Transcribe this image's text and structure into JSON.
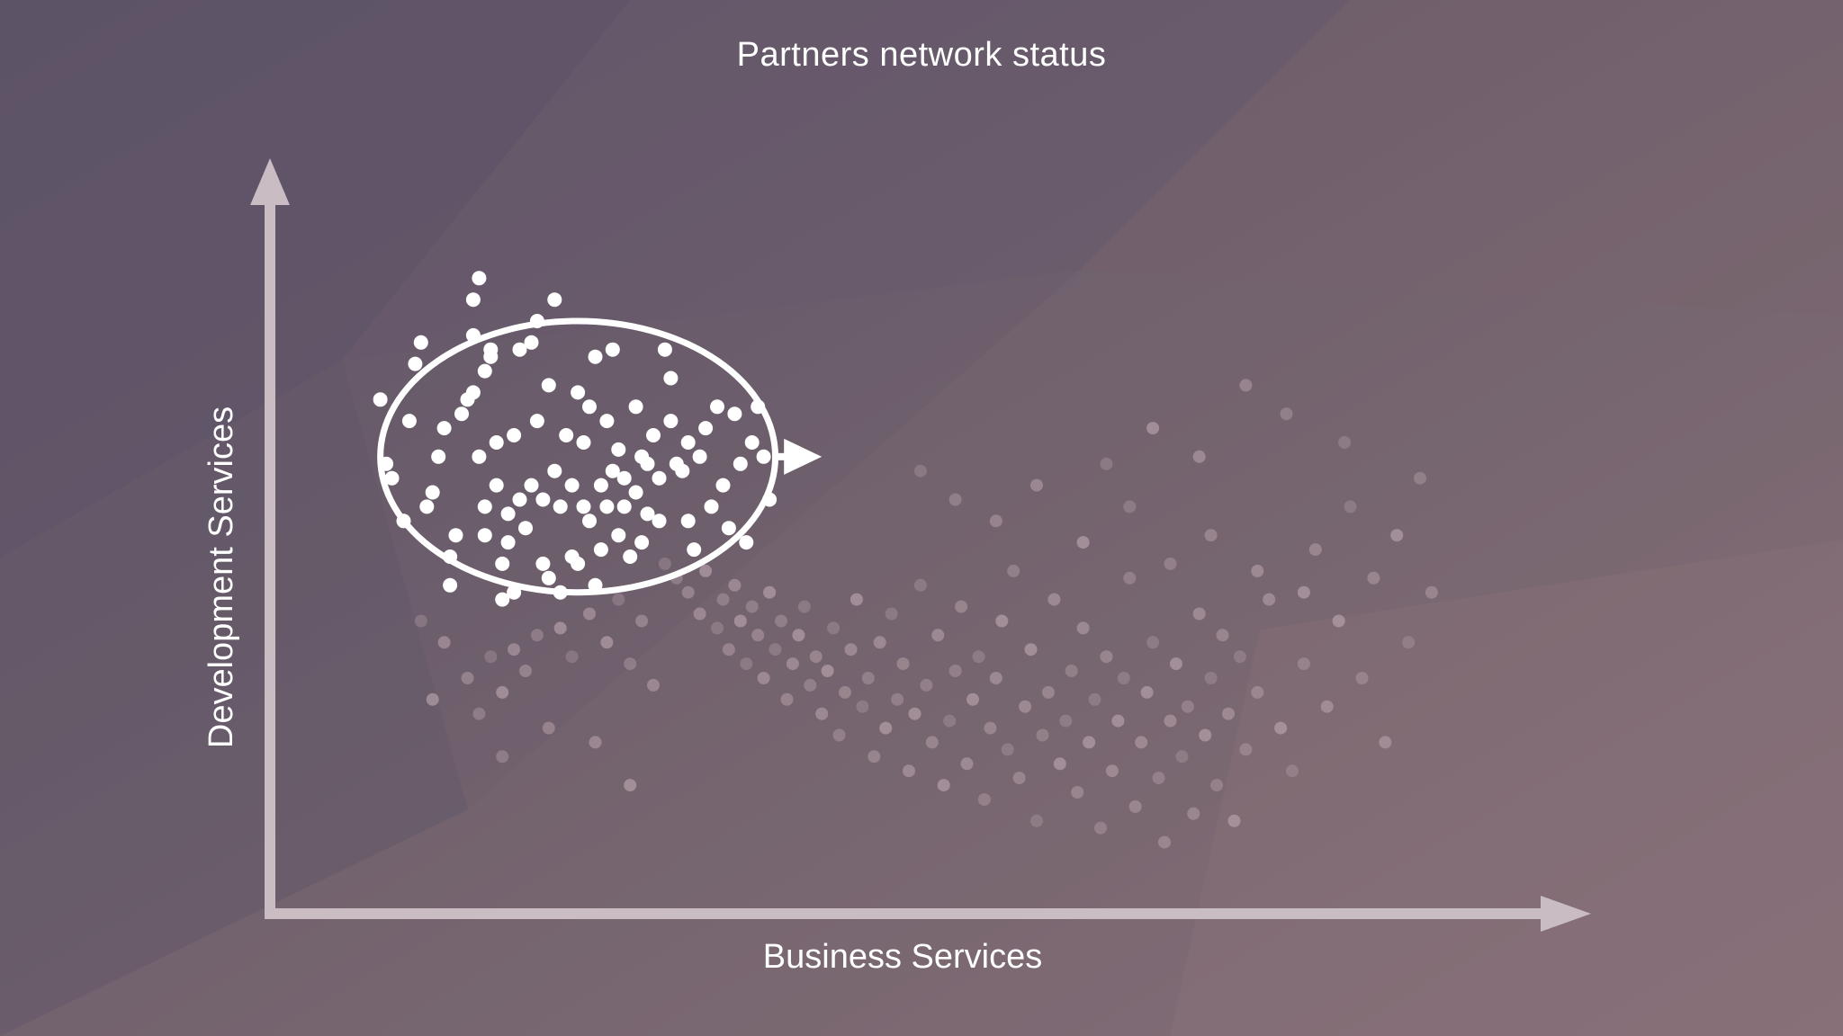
{
  "title": "Partners network status",
  "colors": {
    "background_top": "#5e5466",
    "background_bottom": "#8a707a",
    "axis": "#c9bcc3",
    "highlight": "#ffffff",
    "faded_points": "#b8a2ab"
  },
  "chart_data": {
    "type": "scatter",
    "title": "Partners network status",
    "xlabel": "Business Services",
    "ylabel": "Development  Services",
    "grid": false,
    "ticks": false,
    "description_elements": [
      "highlight-ellipse",
      "highlight-arrow"
    ],
    "series": [
      {
        "name": "",
        "style": "highlighted",
        "points": [
          [
            0.2,
            0.63
          ],
          [
            0.19,
            0.72
          ],
          [
            0.21,
            0.61
          ],
          [
            0.23,
            0.55
          ],
          [
            0.24,
            0.69
          ],
          [
            0.25,
            0.77
          ],
          [
            0.26,
            0.8
          ],
          [
            0.27,
            0.57
          ],
          [
            0.28,
            0.59
          ],
          [
            0.29,
            0.64
          ],
          [
            0.3,
            0.68
          ],
          [
            0.31,
            0.5
          ],
          [
            0.31,
            0.46
          ],
          [
            0.32,
            0.53
          ],
          [
            0.33,
            0.7
          ],
          [
            0.34,
            0.72
          ],
          [
            0.35,
            0.73
          ],
          [
            0.35,
            0.81
          ],
          [
            0.35,
            0.86
          ],
          [
            0.36,
            0.89
          ],
          [
            0.36,
            0.64
          ],
          [
            0.37,
            0.53
          ],
          [
            0.37,
            0.57
          ],
          [
            0.37,
            0.76
          ],
          [
            0.38,
            0.78
          ],
          [
            0.38,
            0.79
          ],
          [
            0.39,
            0.6
          ],
          [
            0.39,
            0.66
          ],
          [
            0.4,
            0.49
          ],
          [
            0.4,
            0.44
          ],
          [
            0.41,
            0.56
          ],
          [
            0.41,
            0.52
          ],
          [
            0.42,
            0.45
          ],
          [
            0.42,
            0.67
          ],
          [
            0.43,
            0.58
          ],
          [
            0.43,
            0.79
          ],
          [
            0.44,
            0.54
          ],
          [
            0.45,
            0.6
          ],
          [
            0.45,
            0.8
          ],
          [
            0.46,
            0.83
          ],
          [
            0.46,
            0.69
          ],
          [
            0.47,
            0.58
          ],
          [
            0.47,
            0.49
          ],
          [
            0.48,
            0.47
          ],
          [
            0.48,
            0.74
          ],
          [
            0.49,
            0.86
          ],
          [
            0.49,
            0.62
          ],
          [
            0.5,
            0.57
          ],
          [
            0.5,
            0.45
          ],
          [
            0.51,
            0.67
          ],
          [
            0.52,
            0.6
          ],
          [
            0.52,
            0.5
          ],
          [
            0.53,
            0.73
          ],
          [
            0.53,
            0.49
          ],
          [
            0.54,
            0.57
          ],
          [
            0.54,
            0.66
          ],
          [
            0.55,
            0.55
          ],
          [
            0.55,
            0.71
          ],
          [
            0.56,
            0.46
          ],
          [
            0.56,
            0.78
          ],
          [
            0.57,
            0.6
          ],
          [
            0.57,
            0.51
          ],
          [
            0.58,
            0.57
          ],
          [
            0.58,
            0.69
          ],
          [
            0.59,
            0.79
          ],
          [
            0.59,
            0.62
          ],
          [
            0.6,
            0.53
          ],
          [
            0.6,
            0.65
          ],
          [
            0.61,
            0.57
          ],
          [
            0.61,
            0.61
          ],
          [
            0.62,
            0.5
          ],
          [
            0.63,
            0.71
          ],
          [
            0.63,
            0.59
          ],
          [
            0.64,
            0.52
          ],
          [
            0.64,
            0.64
          ],
          [
            0.65,
            0.63
          ],
          [
            0.65,
            0.56
          ],
          [
            0.66,
            0.67
          ],
          [
            0.67,
            0.55
          ],
          [
            0.67,
            0.61
          ],
          [
            0.68,
            0.79
          ],
          [
            0.69,
            0.75
          ],
          [
            0.69,
            0.69
          ],
          [
            0.7,
            0.63
          ],
          [
            0.71,
            0.62
          ],
          [
            0.72,
            0.55
          ],
          [
            0.72,
            0.66
          ],
          [
            0.73,
            0.51
          ],
          [
            0.74,
            0.64
          ],
          [
            0.75,
            0.68
          ],
          [
            0.76,
            0.57
          ],
          [
            0.77,
            0.71
          ],
          [
            0.78,
            0.6
          ],
          [
            0.79,
            0.54
          ],
          [
            0.8,
            0.7
          ],
          [
            0.81,
            0.63
          ],
          [
            0.82,
            0.52
          ],
          [
            0.83,
            0.66
          ],
          [
            0.84,
            0.71
          ],
          [
            0.85,
            0.64
          ],
          [
            0.86,
            0.58
          ]
        ]
      },
      {
        "name": "",
        "style": "faded",
        "points": [
          [
            0.68,
            0.49
          ],
          [
            0.7,
            0.47
          ],
          [
            0.72,
            0.45
          ],
          [
            0.74,
            0.42
          ],
          [
            0.75,
            0.48
          ],
          [
            0.77,
            0.4
          ],
          [
            0.78,
            0.44
          ],
          [
            0.79,
            0.37
          ],
          [
            0.8,
            0.46
          ],
          [
            0.81,
            0.41
          ],
          [
            0.82,
            0.35
          ],
          [
            0.83,
            0.43
          ],
          [
            0.84,
            0.39
          ],
          [
            0.85,
            0.33
          ],
          [
            0.86,
            0.45
          ],
          [
            0.87,
            0.37
          ],
          [
            0.88,
            0.41
          ],
          [
            0.89,
            0.3
          ],
          [
            0.9,
            0.35
          ],
          [
            0.91,
            0.39
          ],
          [
            0.92,
            0.43
          ],
          [
            0.93,
            0.32
          ],
          [
            0.94,
            0.36
          ],
          [
            0.95,
            0.28
          ],
          [
            0.96,
            0.34
          ],
          [
            0.97,
            0.4
          ],
          [
            0.98,
            0.25
          ],
          [
            0.99,
            0.31
          ],
          [
            1.0,
            0.37
          ],
          [
            1.01,
            0.44
          ],
          [
            1.02,
            0.29
          ],
          [
            1.03,
            0.33
          ],
          [
            1.04,
            0.22
          ],
          [
            1.05,
            0.38
          ],
          [
            1.06,
            0.26
          ],
          [
            1.07,
            0.42
          ],
          [
            1.08,
            0.3
          ],
          [
            1.09,
            0.35
          ],
          [
            1.1,
            0.2
          ],
          [
            1.11,
            0.28
          ],
          [
            1.12,
            0.46
          ],
          [
            1.13,
            0.32
          ],
          [
            1.14,
            0.24
          ],
          [
            1.15,
            0.39
          ],
          [
            1.16,
            0.18
          ],
          [
            1.17,
            0.27
          ],
          [
            1.18,
            0.34
          ],
          [
            1.19,
            0.43
          ],
          [
            1.2,
            0.21
          ],
          [
            1.21,
            0.3
          ],
          [
            1.22,
            0.36
          ],
          [
            1.23,
            0.16
          ],
          [
            1.24,
            0.26
          ],
          [
            1.25,
            0.33
          ],
          [
            1.26,
            0.41
          ],
          [
            1.27,
            0.23
          ],
          [
            1.28,
            0.48
          ],
          [
            1.29,
            0.19
          ],
          [
            1.3,
            0.29
          ],
          [
            1.31,
            0.37
          ],
          [
            1.32,
            0.13
          ],
          [
            1.33,
            0.25
          ],
          [
            1.34,
            0.31
          ],
          [
            1.35,
            0.44
          ],
          [
            1.36,
            0.21
          ],
          [
            1.37,
            0.27
          ],
          [
            1.38,
            0.34
          ],
          [
            1.39,
            0.17
          ],
          [
            1.4,
            0.4
          ],
          [
            1.41,
            0.24
          ],
          [
            1.42,
            0.3
          ],
          [
            1.43,
            0.12
          ],
          [
            1.44,
            0.36
          ],
          [
            1.45,
            0.2
          ],
          [
            1.46,
            0.27
          ],
          [
            1.47,
            0.33
          ],
          [
            1.48,
            0.47
          ],
          [
            1.49,
            0.15
          ],
          [
            1.5,
            0.24
          ],
          [
            1.51,
            0.31
          ],
          [
            1.52,
            0.38
          ],
          [
            1.53,
            0.19
          ],
          [
            1.54,
            0.1
          ],
          [
            1.55,
            0.27
          ],
          [
            1.56,
            0.35
          ],
          [
            1.57,
            0.22
          ],
          [
            1.58,
            0.29
          ],
          [
            1.59,
            0.14
          ],
          [
            1.6,
            0.42
          ],
          [
            1.61,
            0.25
          ],
          [
            1.62,
            0.33
          ],
          [
            1.63,
            0.18
          ],
          [
            1.64,
            0.39
          ],
          [
            1.65,
            0.28
          ],
          [
            1.66,
            0.13
          ],
          [
            1.67,
            0.36
          ],
          [
            1.68,
            0.23
          ],
          [
            1.7,
            0.31
          ],
          [
            1.72,
            0.44
          ],
          [
            1.74,
            0.26
          ],
          [
            1.76,
            0.2
          ],
          [
            1.78,
            0.35
          ],
          [
            1.8,
            0.51
          ],
          [
            1.82,
            0.29
          ],
          [
            1.84,
            0.41
          ],
          [
            1.86,
            0.57
          ],
          [
            1.88,
            0.33
          ],
          [
            1.9,
            0.47
          ],
          [
            1.92,
            0.24
          ],
          [
            1.94,
            0.53
          ],
          [
            1.96,
            0.38
          ],
          [
            1.98,
            0.61
          ],
          [
            2.0,
            0.45
          ],
          [
            0.55,
            0.42
          ],
          [
            0.58,
            0.38
          ],
          [
            0.6,
            0.44
          ],
          [
            0.62,
            0.35
          ],
          [
            0.64,
            0.41
          ],
          [
            0.66,
            0.32
          ],
          [
            0.5,
            0.4
          ],
          [
            0.52,
            0.36
          ],
          [
            0.46,
            0.39
          ],
          [
            0.44,
            0.34
          ],
          [
            0.42,
            0.37
          ],
          [
            0.4,
            0.31
          ],
          [
            0.38,
            0.36
          ],
          [
            0.36,
            0.28
          ],
          [
            0.34,
            0.33
          ],
          [
            0.3,
            0.38
          ],
          [
            0.28,
            0.3
          ],
          [
            0.26,
            0.41
          ],
          [
            0.4,
            0.22
          ],
          [
            0.48,
            0.26
          ],
          [
            0.56,
            0.24
          ],
          [
            0.62,
            0.18
          ],
          [
            1.12,
            0.62
          ],
          [
            1.18,
            0.58
          ],
          [
            1.25,
            0.55
          ],
          [
            1.32,
            0.6
          ],
          [
            1.4,
            0.52
          ],
          [
            1.48,
            0.57
          ],
          [
            1.55,
            0.49
          ],
          [
            1.62,
            0.53
          ],
          [
            1.7,
            0.48
          ],
          [
            1.78,
            0.45
          ],
          [
            1.85,
            0.66
          ],
          [
            1.75,
            0.7
          ],
          [
            1.68,
            0.74
          ],
          [
            1.6,
            0.64
          ],
          [
            1.52,
            0.68
          ],
          [
            1.44,
            0.63
          ]
        ]
      }
    ],
    "annotation": {
      "ellipse_center": [
        0.53,
        0.64
      ],
      "ellipse_radius": [
        0.34,
        0.19
      ],
      "arrow_to": [
        0.95,
        0.64
      ]
    }
  }
}
